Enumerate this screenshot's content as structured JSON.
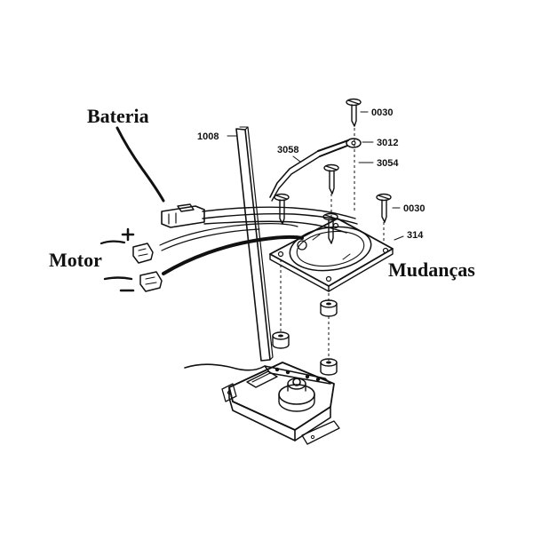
{
  "labels": {
    "battery": "Bateria",
    "motor": "Motor",
    "gears": "Mudanças",
    "plus": "+",
    "minus": "-"
  },
  "parts": {
    "p1008": "1008",
    "p3058": "3058",
    "p0030_top": "0030",
    "p3012": "3012",
    "p3054": "3054",
    "p0030_right": "0030",
    "p314": "314"
  }
}
